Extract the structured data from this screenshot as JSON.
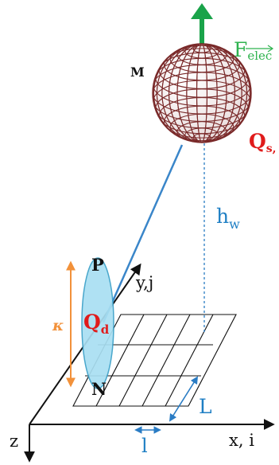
{
  "labels": {
    "force_main": "F",
    "force_sub": "elec",
    "point_m": "M",
    "charge_sphere_main": "Q",
    "charge_sphere_sub": "s,",
    "height_main": "h",
    "height_sub": "w",
    "point_p": "P",
    "axis_y": "y,j",
    "kappa": "κ",
    "charge_disc_main": "Q",
    "charge_disc_sub": "d",
    "point_n": "N",
    "length_big": "L",
    "length_small": "l",
    "axis_x": "x, i",
    "axis_z": "z"
  },
  "colors": {
    "force_arrow": "#1aa34a",
    "force_label": "#2fb34f",
    "sphere_grid": "#7a2a2a",
    "sphere_fill_light": "#ffffff",
    "sphere_fill_dark": "#e9dcdc",
    "charge_red": "#e01b1b",
    "blue_label": "#1f7fc4",
    "string_blue": "#3a86c9",
    "dashed_blue": "#2a7cc4",
    "ellipse_fill": "#a9dff2",
    "ellipse_stroke": "#3aa0c8",
    "kappa_orange": "#f2913a",
    "black": "#111111"
  }
}
